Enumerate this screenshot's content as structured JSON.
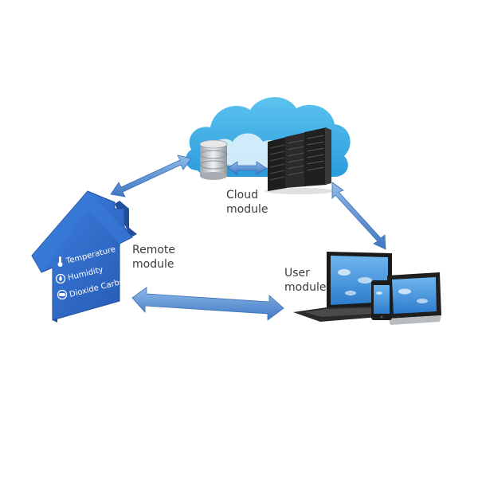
{
  "modules": {
    "cloud": {
      "line1": "Cloud",
      "line2": "module"
    },
    "remote": {
      "line1": "Remote",
      "line2": "module"
    },
    "user": {
      "line1": "User",
      "line2": "module"
    }
  },
  "house_sensors": [
    "Temperature",
    "Humidity",
    "Dioxide Carbon"
  ],
  "colors": {
    "arrow": "#5b93d6",
    "arrow_edge": "#3a6fb3",
    "house": "#2f6fd0",
    "house_dark": "#1f4f9d",
    "cloud": "#3fb1e8",
    "cloud_light": "#cfeaf8",
    "server": "#2a2a2a",
    "screen": "#4d9fe0"
  },
  "icons": [
    "thermometer-icon",
    "droplet-icon",
    "co2-icon",
    "database-icon",
    "server-rack-icon",
    "laptop-icon",
    "tablet-icon",
    "smartphone-icon"
  ]
}
